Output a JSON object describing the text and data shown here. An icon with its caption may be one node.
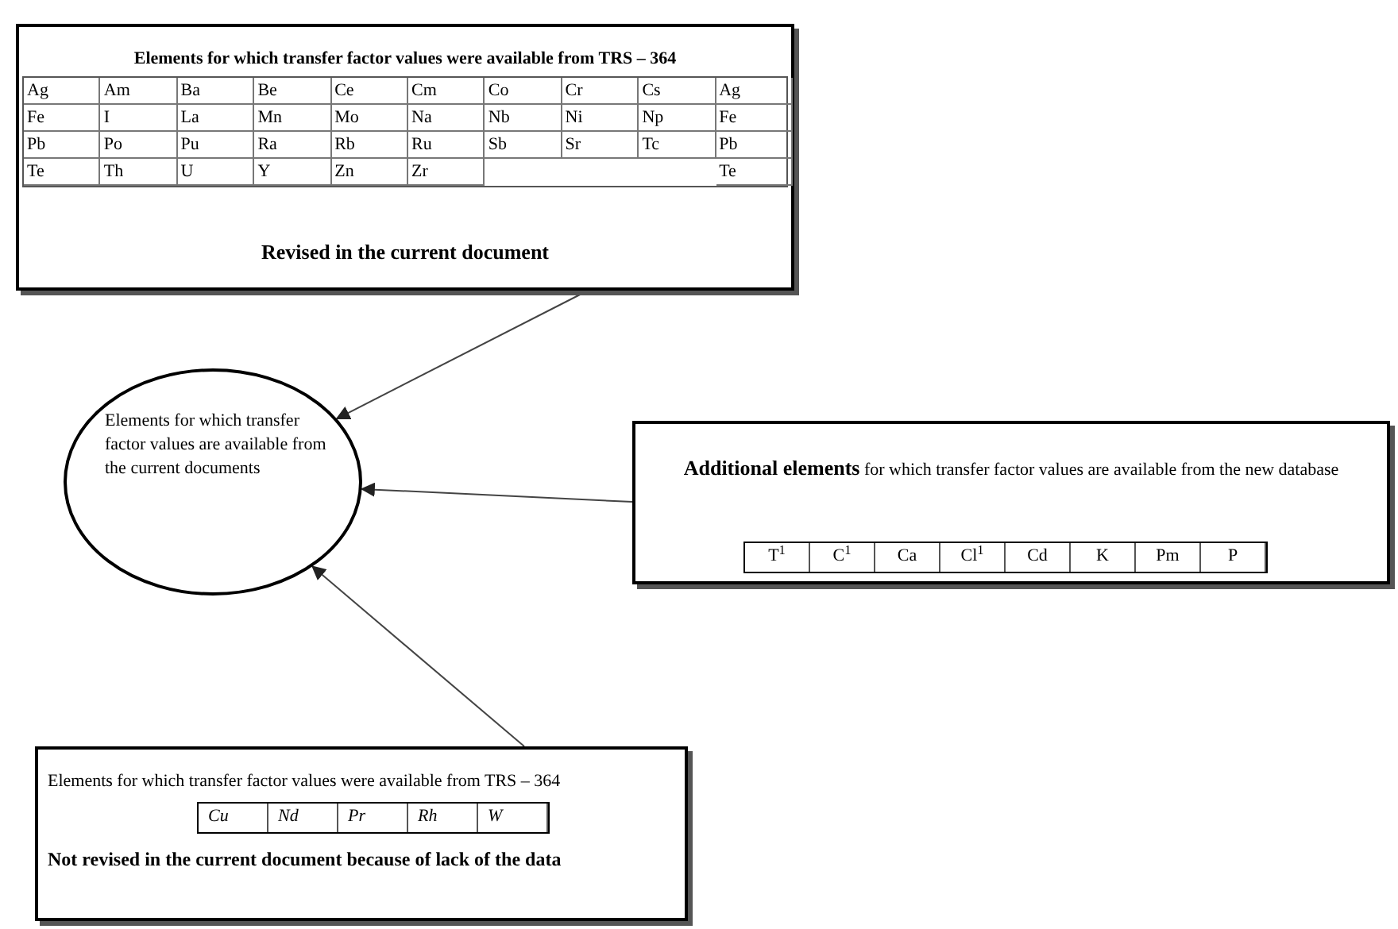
{
  "diagram": {
    "nodes": [
      {
        "text": [
          "Elements for which transfer factor values were available from TRS – 364",
          "Revised in the current document"
        ]
      },
      {
        "text": [
          "Elements for which transfer factor values are available from the current documents"
        ]
      },
      {
        "text": [
          "**Additional elements** for which transfer factor values are available from the new database"
        ]
      },
      {
        "text": [
          "Elements for which transfer factor values were available from TRS – 364",
          "Not revised in the current document because of lack of the data"
        ]
      }
    ],
    "edges": [
      {
        "from": 0,
        "to": 1,
        "arrow": "to"
      },
      {
        "from": 2,
        "to": 1,
        "arrow": "to"
      },
      {
        "from": 3,
        "to": 1,
        "arrow": "to"
      }
    ],
    "labels": [
      "Ag",
      "Am",
      "Ba",
      "Be",
      "Ce",
      "Cm",
      "Co",
      "Cr",
      "Cs",
      "Ag",
      "Fe",
      "I",
      "La",
      "Mn",
      "Mo",
      "Na",
      "Nb",
      "Ni",
      "Np",
      "Fe",
      "Pb",
      "Po",
      "Pu",
      "Ra",
      "Rb",
      "Ru",
      "Sb",
      "Sr",
      "Tc",
      "Pb",
      "Te",
      "Th",
      "U",
      "Y",
      "Zn",
      "Zr",
      "Te",
      "T$^{1}$",
      "C$^{1}$",
      "Ca",
      "Cl$^{1}$",
      "Cd",
      "K",
      "Pm",
      "P",
      "Cu",
      "Nd",
      "Pr",
      "Rh",
      "W"
    ]
  }
}
